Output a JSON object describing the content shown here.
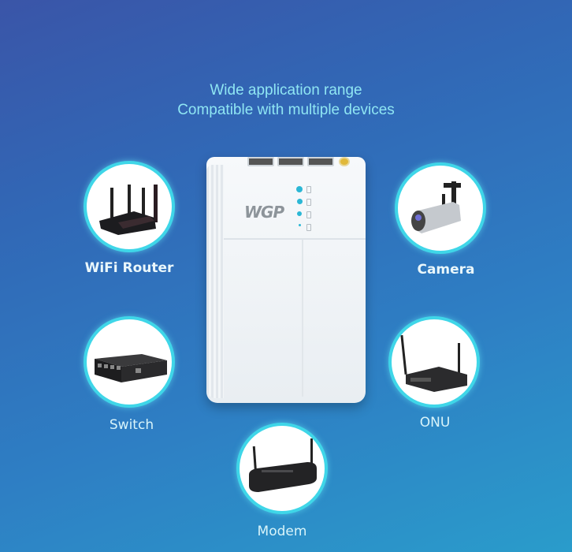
{
  "header": {
    "line1": "Wide application range",
    "line2": "Compatible with multiple devices"
  },
  "product": {
    "brand_logo": "WGP",
    "led_count": 4,
    "led_color": "#2bb7d5"
  },
  "devices": [
    {
      "label": "WiFi Router",
      "icon": "wifi-router-icon"
    },
    {
      "label": "Camera",
      "icon": "camera-icon"
    },
    {
      "label": "Switch",
      "icon": "switch-icon"
    },
    {
      "label": "ONU",
      "icon": "onu-icon"
    },
    {
      "label": "Modem",
      "icon": "modem-icon"
    }
  ],
  "colors": {
    "background_start": "#3a55a8",
    "background_end": "#2a9ccb",
    "headline_text": "#8fe6f3",
    "circle_ring": "#3fd6e8"
  }
}
